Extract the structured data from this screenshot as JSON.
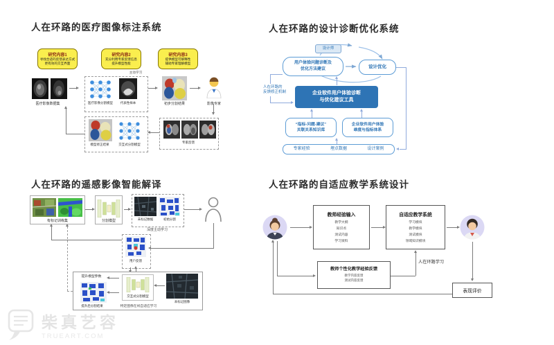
{
  "colors": {
    "accent_blue": "#2E74B5",
    "research_yellow": "#FAEE4E",
    "line_gray": "#7a7a7a",
    "avatar_bg": "#DBD8F4"
  },
  "watermark": {
    "name": "柴真艺容",
    "site": "TRUEART.COM"
  },
  "medical": {
    "title": "人在环路的医疗图像标注系统",
    "research_boxes": [
      {
        "header": "研究内容1",
        "line1": "寻找合适的反馈表达方式",
        "line2": "更有效的交互界面"
      },
      {
        "header": "研究内容2",
        "line1": "充分利用专家反馈信息",
        "line2": "提升模型性能"
      },
      {
        "header": "研究内容3",
        "line1": "提供模型可解释性",
        "line2": "辅助专家理解模型"
      }
    ],
    "active_learning": "主动学习",
    "dataset": "医疗影像数据集",
    "seg_model": "医疗影像分割模型",
    "rep_sample": "代表性样本",
    "initial_result": "初步分割结果",
    "expert": "影像专家",
    "expert_feedback": "专家反馈",
    "corrected_result": "模型修正结果",
    "interactive_model": "交互式分割模型"
  },
  "design": {
    "title": "人在环路的设计诊断优化系统",
    "designer": "设计师",
    "diagnosis_line1": "用户体验问题诊断及",
    "diagnosis_line2": "优化方法建议",
    "optimize": "设计优化",
    "loop_line1": "人在环路的",
    "loop_line2": "反馈修正机制",
    "tool_line1": "企业软件用户体验诊断",
    "tool_line2": "与优化建议工具",
    "kb_line1": "“指标-问题-建议”",
    "kb_line2": "关联关系知识库",
    "metric_line1": "企业软件用户体验",
    "metric_line2": "维度与指标体系",
    "sources": [
      "专家经验",
      "埋点数据",
      "设计案例"
    ]
  },
  "remote": {
    "title": "人在环路的遥感影像智能解译",
    "train_set": "有标记训练集",
    "seg_model": "分割模型",
    "unlabeled_data": "未标记数据",
    "initial_seg": "初始分割",
    "deep_active": "深度主动学习",
    "user_feedback": "用户反馈",
    "update_params": "提升模型参数",
    "improved_result": "提升后分割结果",
    "interactive_model": "交互式分割模型",
    "unlabeled_image": "未标记图像",
    "online_learning": "特定图像在线自适应学习"
  },
  "teaching": {
    "title": "人在环路的自适应教学系统设计",
    "input_box": {
      "title": "教师经验输入",
      "items": [
        "教学大纲",
        "知识点",
        "测试内容",
        "学习资料"
      ]
    },
    "system_box": {
      "title": "自适应教学系统",
      "items": [
        "学习模块",
        "教学模块",
        "测试模块",
        "领域知识模块"
      ]
    },
    "feedback_box": {
      "title": "教师个性化教学经验反馈",
      "items": [
        "教学内容反馈",
        "测试内容反馈"
      ]
    },
    "hitl_label": "人在环路学习",
    "evaluation": "表现评价"
  }
}
